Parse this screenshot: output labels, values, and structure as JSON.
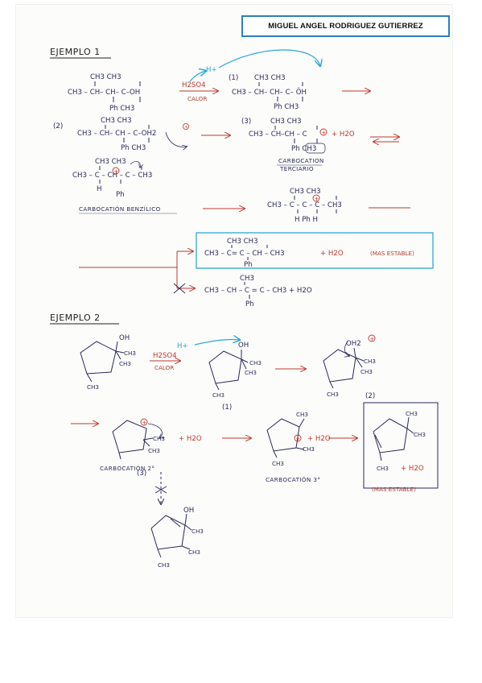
{
  "author": "MIGUEL ANGEL RODRIGUEZ GUTIERREZ",
  "ex1": {
    "title": "EJEMPLO 1",
    "reactant": {
      "top": "CH3      CH3",
      "main": "CH3 – CH– CH– C–OH",
      "bottom": "Ph      CH3"
    },
    "reagent": "H2SO4",
    "condition": "CALOR",
    "h_plus": "H+",
    "step1": {
      "num": "(1)",
      "top": "CH3      CH3",
      "main": "CH3 – CH– CH– C– ÖH",
      "bottom": "Ph   CH3"
    },
    "step2": {
      "num": "(2)",
      "top": "CH3      CH3",
      "main": "CH3 – CH– CH – C–OH2",
      "bottom": "Ph   CH3"
    },
    "step3": {
      "num": "(3)",
      "top": "CH3      CH3",
      "main": "CH3 – CH–CH – C",
      "bottom": "Ph   CH3",
      "water": "+ H2O",
      "label1": "CARBOCATION",
      "label2": "TERCIARIO"
    },
    "benzylic": {
      "top": "CH3      CH3",
      "main": "CH3 – C – CH – C – CH3",
      "bottom_left": "H",
      "bottom_mid": "Ph",
      "label": "CARBOCATIÓN BENZÍLICO"
    },
    "shift": {
      "top": "CH3      CH3",
      "main": "CH3 – C – C – C – CH3",
      "bottom": "H    Ph    H"
    },
    "product_major": {
      "top": "CH3      CH3",
      "main": "CH3 – C= C – CH – CH3",
      "ph": "Ph",
      "water": "+ H2O",
      "note": "(MAS ESTABLE)"
    },
    "product_minor": {
      "top": "CH3",
      "main": "CH3 – CH – C = C – CH3 + H2O",
      "ph": "Ph"
    }
  },
  "ex2": {
    "title": "EJEMPLO 2",
    "reagent": "H2SO4",
    "condition": "CALOR",
    "h_plus": "H+",
    "oh": "OH",
    "ch3": "CH3",
    "step1_num": "(1)",
    "step2_num": "(2)",
    "oh2": "OH2",
    "carbo2_label": "CARBOCATIÓN 2°",
    "water": "+ H2O",
    "carbo3_label": "CARBOCATIÓN 3°",
    "step3_num": "(3)",
    "product_water": "+ H2O",
    "note": "(MAS ESTABLE)"
  },
  "colors": {
    "ink": "#2a2a5a",
    "red": "#c0392b",
    "cyan": "#2aa8d8",
    "frame": "#2c7fc0"
  }
}
